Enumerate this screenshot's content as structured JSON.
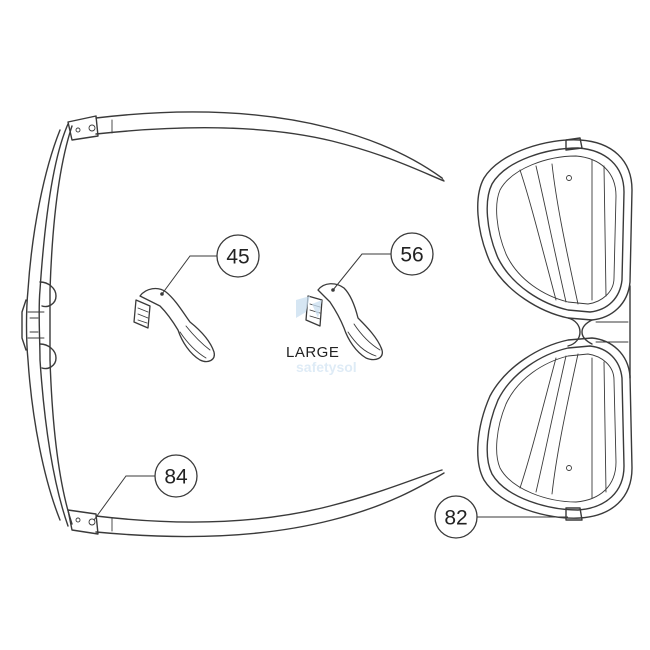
{
  "callouts": {
    "c45": "45",
    "c56": "56",
    "c84": "84",
    "c82": "82"
  },
  "notes": {
    "large": "LARGE"
  },
  "watermark": {
    "text": "safetysol"
  },
  "colors": {
    "line": "#3a3a3a",
    "background": "#ffffff",
    "watermark": "#c9def0"
  }
}
